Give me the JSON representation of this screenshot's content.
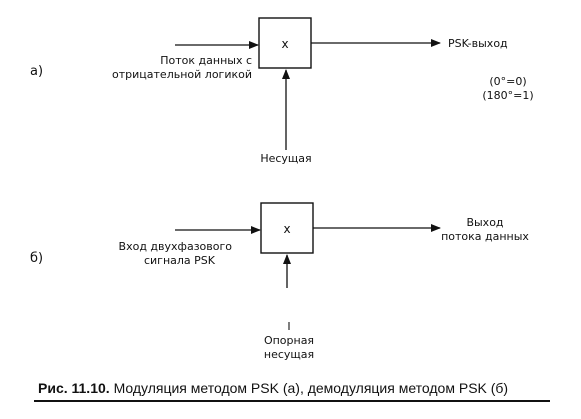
{
  "diagram_a": {
    "part_label": "а)",
    "multiplier_symbol": "x",
    "input_label": [
      "Поток данных с",
      "отрицательной логикой"
    ],
    "output_label": "PSK-выход",
    "carrier_label": "Несущая",
    "phase_note": [
      "(0°=0)",
      "(180°=1)"
    ]
  },
  "diagram_b": {
    "part_label": "б)",
    "multiplier_symbol": "x",
    "input_label": [
      "Вход двухфазового",
      "сигнала PSK"
    ],
    "output_label": [
      "Выход",
      "потока данных"
    ],
    "reference_label": [
      "I",
      "Опорная",
      "несущая"
    ]
  },
  "caption": {
    "bold": "Рис. 11.10.",
    "text": "Модуляция методом PSK (а), демодуляция методом PSK (б)"
  },
  "colors": {
    "ink": "#111111",
    "background": "#ffffff"
  }
}
